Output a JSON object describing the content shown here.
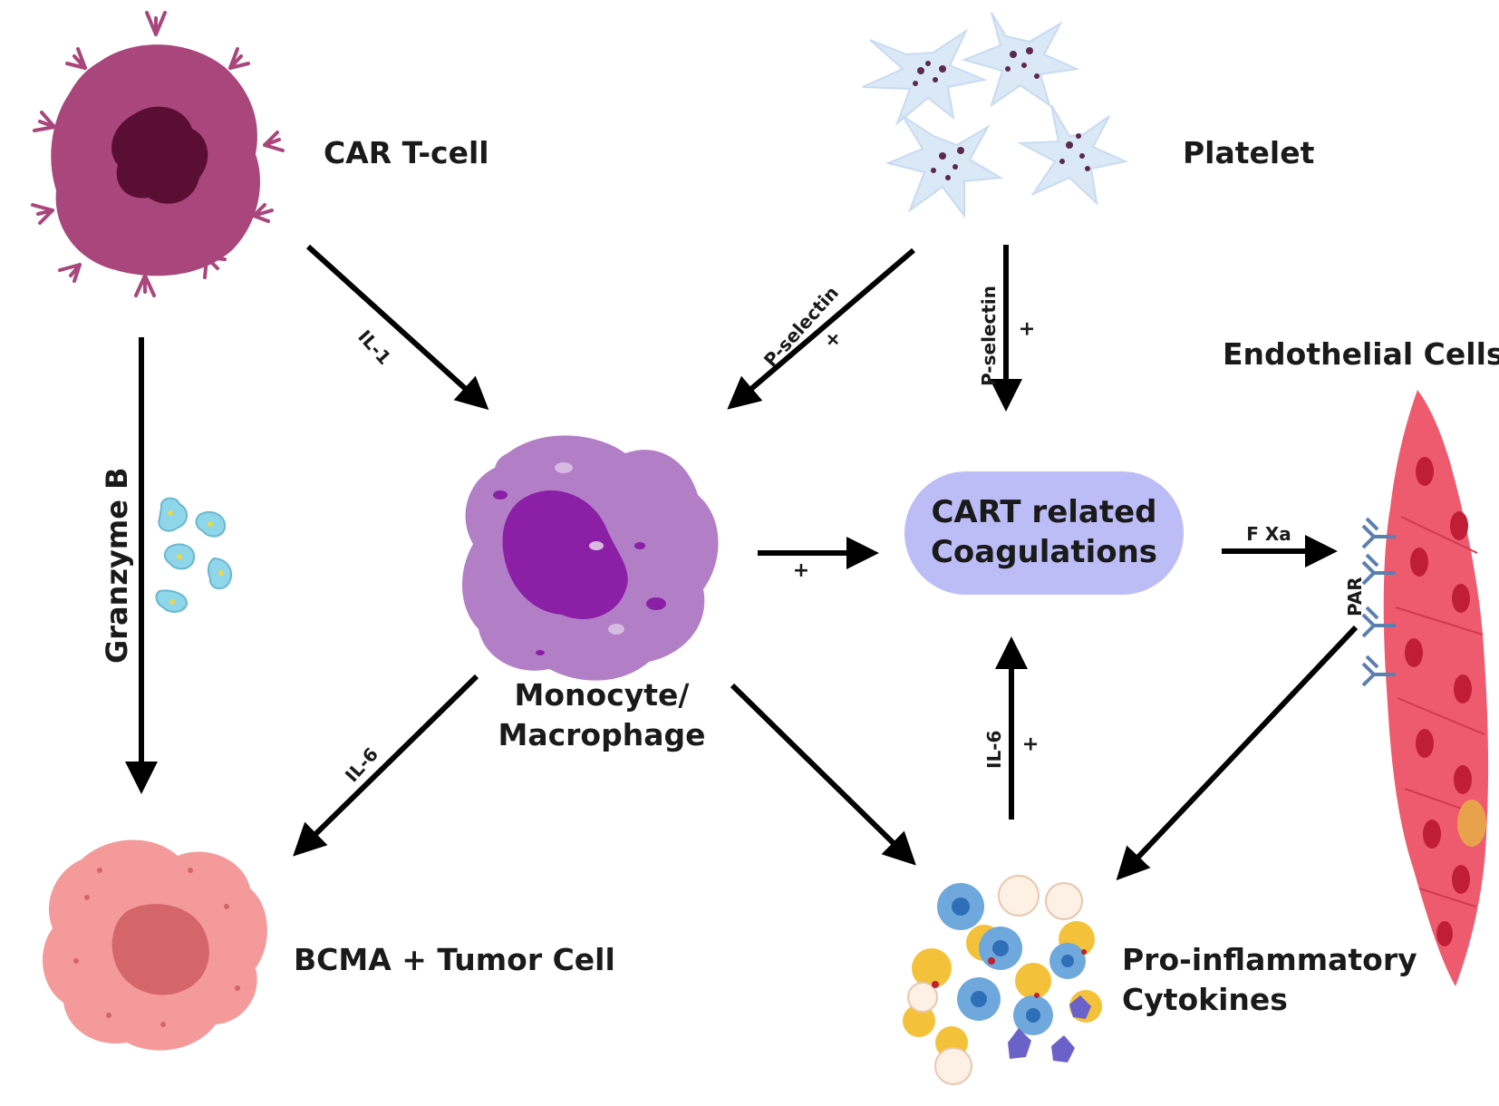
{
  "nodes": {
    "car_t_cell": {
      "label": "CAR T-cell",
      "icon": "car-t-cell-icon",
      "color": "#a9467c"
    },
    "platelet": {
      "label": "Platelet",
      "icon": "platelet-cluster-icon",
      "color": "#dbe8f6"
    },
    "endothelial": {
      "label": "Endothelial Cells",
      "icon": "endothelial-cells-icon",
      "color": "#ef5b6e"
    },
    "monocyte": {
      "label_line1": "Monocyte/",
      "label_line2": "Macrophage",
      "icon": "macrophage-icon",
      "color": "#b27fc7"
    },
    "coagulation": {
      "label_line1": "CART related",
      "label_line2": "Coagulations",
      "color": "#bcbcf7"
    },
    "tumor": {
      "label": "BCMA + Tumor Cell",
      "icon": "tumor-cell-icon",
      "color": "#f49a9a"
    },
    "cytokines": {
      "label_line1": "Pro-inflammatory",
      "label_line2": "Cytokines",
      "icon": "cytokine-cells-icon"
    },
    "granzyme": {
      "icon": "granzyme-granules-icon",
      "color": "#8fd6ea"
    }
  },
  "edges": {
    "tcell_to_tumor": {
      "label": "Granzyme B"
    },
    "tcell_to_monocyte": {
      "label": "IL-1"
    },
    "platelet_to_monocyte": {
      "label": "P-selectin",
      "sign": "+"
    },
    "platelet_to_coag": {
      "label": "P-selectin",
      "sign": "+"
    },
    "monocyte_to_coag": {
      "sign": "+"
    },
    "coag_to_endothelial": {
      "label": "F Xa"
    },
    "receptor": {
      "label": "PAR"
    },
    "monocyte_to_tumor": {
      "label": "IL-6"
    },
    "cytokines_to_coag": {
      "label": "IL-6",
      "sign": "+"
    }
  }
}
